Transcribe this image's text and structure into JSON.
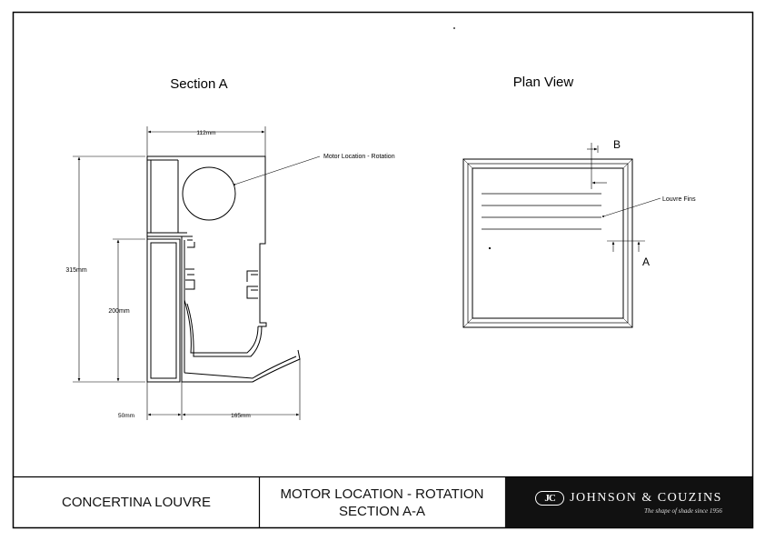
{
  "section_a": {
    "title": "Section A",
    "dim_width": "112mm",
    "dim_total_height": "315mm",
    "dim_lower_height": "200mm",
    "dim_left_base": "50mm",
    "dim_right_base": "165mm",
    "callout_motor": "Motor Location - Rotation"
  },
  "plan_view": {
    "title": "Plan View",
    "marker_b": "B",
    "marker_a": "A",
    "callout_fins": "Louvre Fins"
  },
  "title_block": {
    "product": "CONCERTINA LOUVRE",
    "drawing_line1": "MOTOR LOCATION - ROTATION",
    "drawing_line2": "SECTION A-A",
    "logo_mark": "JC",
    "company": "JOHNSON & COUZINS",
    "tagline": "The shape of shade since 1956"
  }
}
